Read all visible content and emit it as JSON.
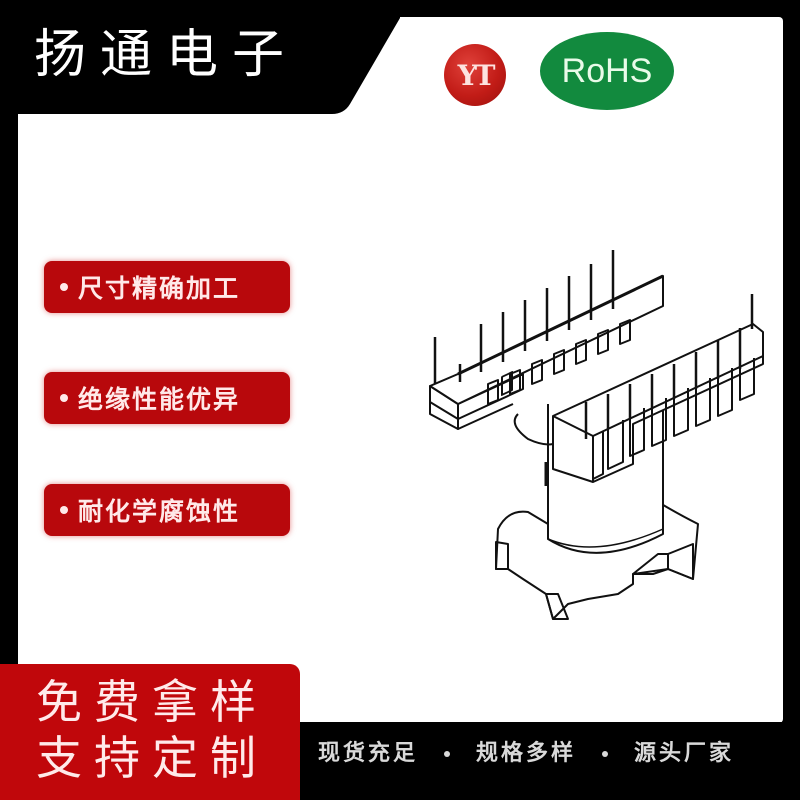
{
  "header": {
    "brand_title": "扬通电子"
  },
  "badges": {
    "yt_logo": "YT",
    "rohs": "RoHS",
    "colors": {
      "yt_red": "#c21c17",
      "rohs_green": "#128a3e"
    }
  },
  "features": [
    {
      "label": "尺寸精确加工"
    },
    {
      "label": "绝缘性能优异"
    },
    {
      "label": "耐化学腐蚀性"
    }
  ],
  "product": {
    "icon": "transformer-bobbin-drawing",
    "description": "Vertical transformer bobbin with two rows of pins"
  },
  "promo": {
    "line1": "免费拿样",
    "line2": "支持定制",
    "color": "#c0070b"
  },
  "tagline": {
    "items": [
      "现货充足",
      "规格多样",
      "源头厂家"
    ]
  },
  "colors": {
    "frame": "#000000",
    "panel": "#ffffff",
    "feature_red": "#b8080c"
  }
}
